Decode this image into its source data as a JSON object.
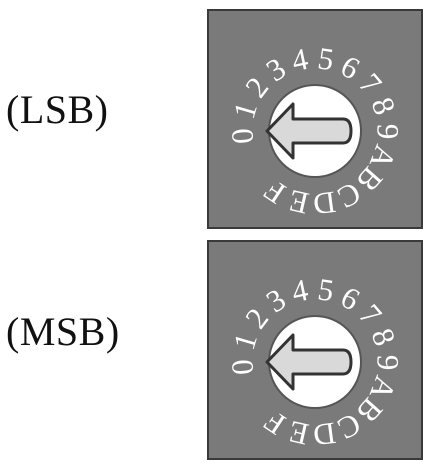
{
  "switches": [
    {
      "label": "(LSB)",
      "dial_characters": [
        "0",
        "1",
        "2",
        "3",
        "4",
        "5",
        "6",
        "7",
        "8",
        "9",
        "A",
        "B",
        "C",
        "D",
        "E",
        "F"
      ]
    },
    {
      "label": "(MSB)",
      "dial_characters": [
        "0",
        "1",
        "2",
        "3",
        "4",
        "5",
        "6",
        "7",
        "8",
        "9",
        "A",
        "B",
        "C",
        "D",
        "E",
        "F"
      ]
    }
  ],
  "colors": {
    "switch_body": "#7a7a7a",
    "switch_border": "#3a3a3a",
    "dial_face": "#ffffff",
    "arrow_fill": "#d9d9d9",
    "arrow_stroke": "#333333",
    "dial_text": "#ffffff"
  },
  "icons": {
    "selector": "left-arrow-icon"
  }
}
